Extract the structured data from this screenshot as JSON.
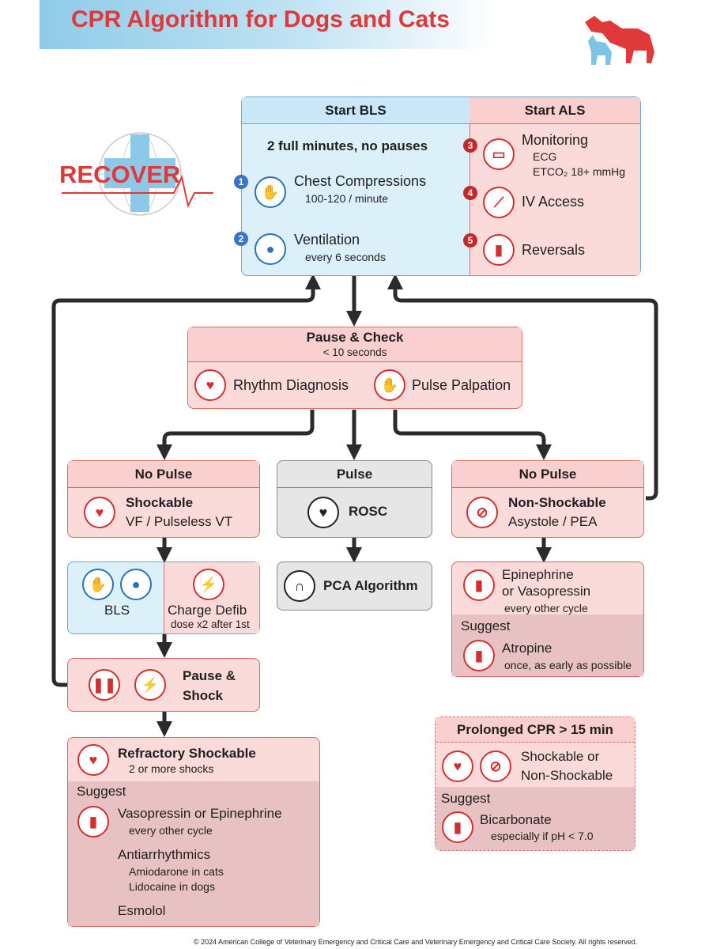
{
  "title": "CPR Algorithm for Dogs and Cats",
  "logo": {
    "text": "RECOVER"
  },
  "colors": {
    "red": "#e0393a",
    "pink": "#fbdada",
    "blue": "#dcf0fa",
    "grey": "#e6e6e6",
    "line": "#2b2b2b"
  },
  "bls": {
    "header": "Start BLS",
    "subtitle": "2 full minutes, no pauses",
    "steps": [
      {
        "num": "1",
        "title": "Chest Compressions",
        "detail": "100-120 / minute",
        "icon": "hands-icon"
      },
      {
        "num": "2",
        "title": "Ventilation",
        "detail": "every 6 seconds",
        "icon": "ambu-bag-icon"
      }
    ]
  },
  "als": {
    "header": "Start ALS",
    "steps": [
      {
        "num": "3",
        "title": "Monitoring",
        "detail1": "ECG",
        "detail2": "ETCO₂ 18+ mmHg",
        "icon": "monitor-icon"
      },
      {
        "num": "4",
        "title": "IV Access",
        "icon": "syringe-icon"
      },
      {
        "num": "5",
        "title": "Reversals",
        "icon": "vial-icon"
      }
    ]
  },
  "pause_check": {
    "title": "Pause & Check",
    "subtitle": "< 10 seconds",
    "rhythm": "Rhythm Diagnosis",
    "pulse": "Pulse Palpation"
  },
  "no_pulse_shockable": {
    "header": "No Pulse",
    "title": "Shockable",
    "detail": "VF / Pulseless VT"
  },
  "pulse": {
    "header": "Pulse",
    "title": "ROSC"
  },
  "pca": {
    "title": "PCA Algorithm"
  },
  "no_pulse_nonshockable": {
    "header": "No Pulse",
    "title": "Non-Shockable",
    "detail": "Asystole / PEA"
  },
  "bls_defib": {
    "bls": "BLS",
    "charge": "Charge Defib",
    "dose": "dose x2 after 1st"
  },
  "pause_shock": {
    "line1": "Pause &",
    "line2": "Shock"
  },
  "epi": {
    "line1": "Epinephrine",
    "line2": "or Vasopressin",
    "detail": "every other cycle",
    "suggest": "Suggest",
    "atropine": "Atropine",
    "atropine_detail": "once, as early as possible"
  },
  "refractory": {
    "title": "Refractory Shockable",
    "detail": "2 or more shocks",
    "suggest": "Suggest",
    "drug1": "Vasopressin or Epinephrine",
    "drug1_detail": "every other cycle",
    "antiarr": "Antiarrhythmics",
    "antiarr_1": "Amiodarone in cats",
    "antiarr_2": "Lidocaine in dogs",
    "esmolol": "Esmolol"
  },
  "prolonged": {
    "header": "Prolonged CPR > 15 min",
    "line1": "Shockable or",
    "line2": "Non-Shockable",
    "suggest": "Suggest",
    "drug": "Bicarbonate",
    "drug_detail": "especially if pH < 7.0"
  },
  "footer": "© 2024 American College of Veterinary Emergency and Critical Care and Veterinary Emergency and Critical Care Society. All rights reserved."
}
